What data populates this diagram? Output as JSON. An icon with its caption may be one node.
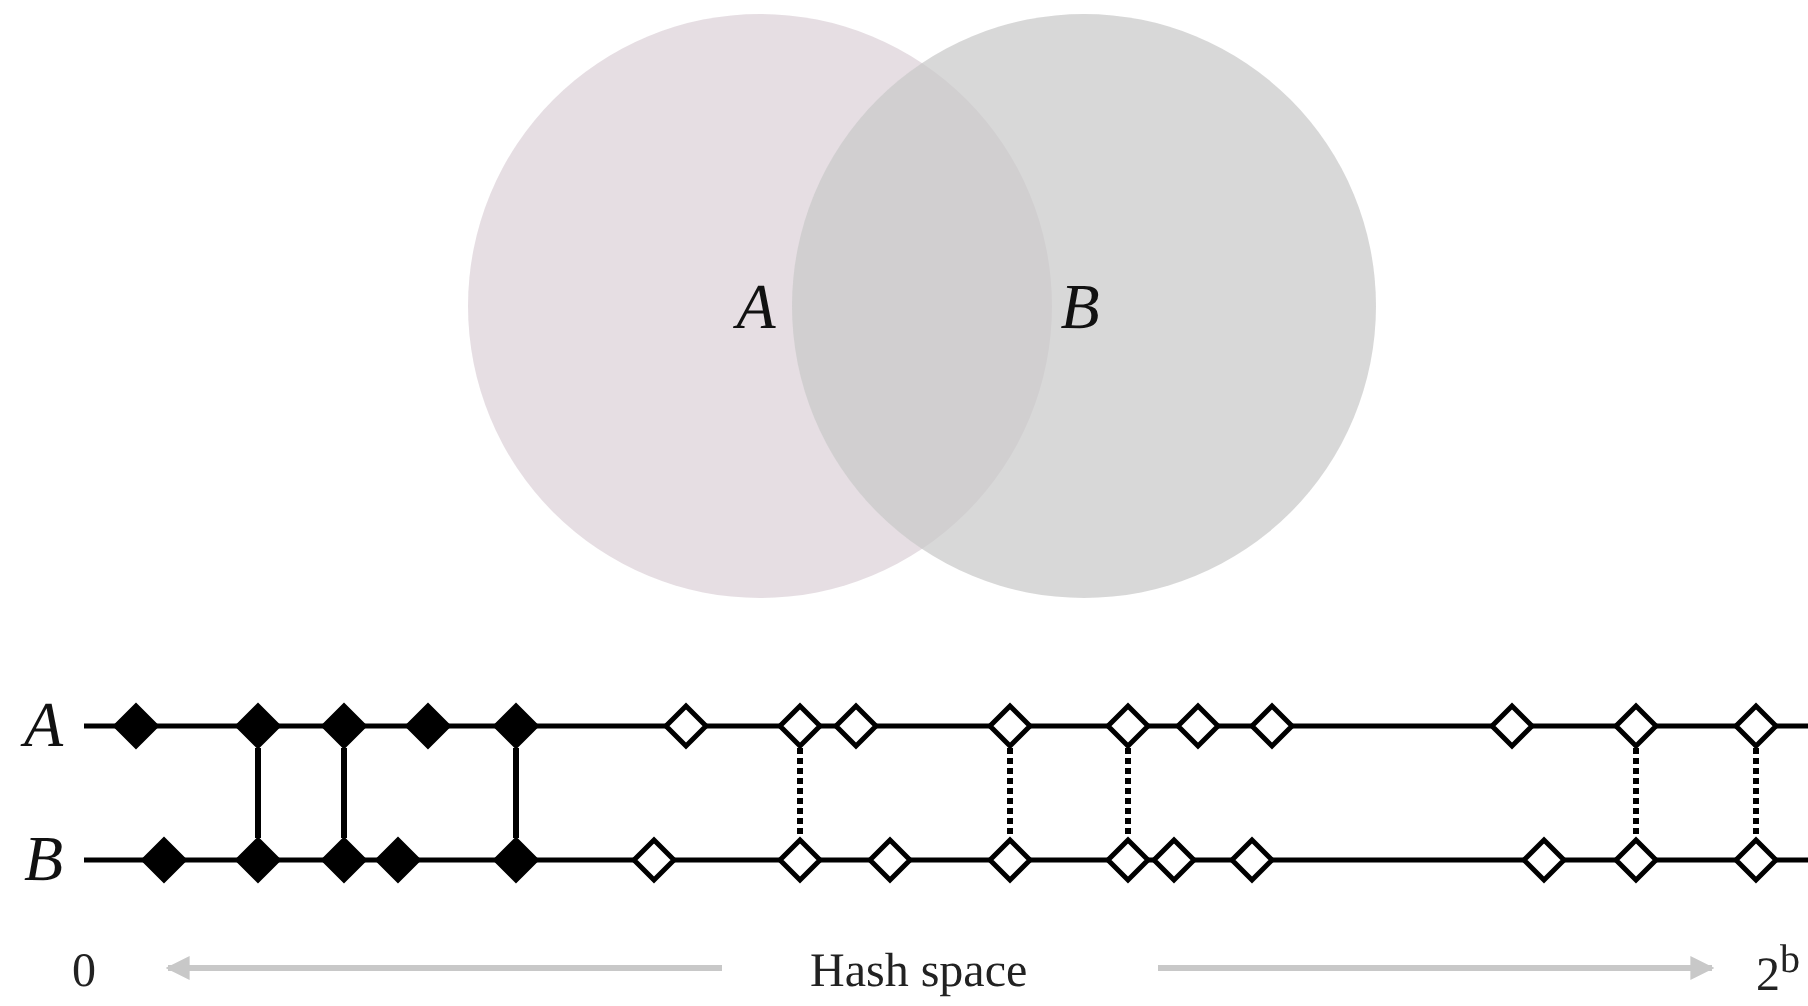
{
  "diagram": {
    "nodes": [
      {
        "text": [
          "A"
        ]
      },
      {
        "text": [
          "B"
        ]
      },
      {
        "text": [
          "A"
        ]
      },
      {
        "text": [],
        "shape": "diamond"
      },
      {
        "text": [],
        "shape": "diamond"
      },
      {
        "text": [],
        "shape": "diamond"
      },
      {
        "text": [],
        "shape": "diamond"
      },
      {
        "text": [],
        "shape": "diamond"
      },
      {
        "text": [],
        "shape": "diamond"
      },
      {
        "text": [],
        "shape": "diamond"
      },
      {
        "text": [],
        "shape": "diamond"
      },
      {
        "text": [],
        "shape": "diamond"
      },
      {
        "text": [],
        "shape": "diamond"
      },
      {
        "text": [],
        "shape": "diamond"
      },
      {
        "text": [],
        "shape": "diamond"
      },
      {
        "text": [],
        "shape": "diamond"
      },
      {
        "text": [],
        "shape": "diamond"
      },
      {
        "text": [],
        "shape": "diamond"
      },
      {
        "text": [
          "B"
        ]
      },
      {
        "text": [],
        "shape": "diamond"
      },
      {
        "text": [],
        "shape": "diamond"
      },
      {
        "text": [],
        "shape": "diamond"
      },
      {
        "text": [],
        "shape": "diamond"
      },
      {
        "text": [],
        "shape": "diamond"
      },
      {
        "text": [],
        "shape": "diamond"
      },
      {
        "text": [],
        "shape": "diamond"
      },
      {
        "text": [],
        "shape": "diamond"
      },
      {
        "text": [],
        "shape": "diamond"
      },
      {
        "text": [],
        "shape": "diamond"
      },
      {
        "text": [],
        "shape": "diamond"
      },
      {
        "text": [],
        "shape": "diamond"
      },
      {
        "text": [],
        "shape": "diamond"
      },
      {
        "text": [],
        "shape": "diamond"
      },
      {
        "text": [],
        "shape": "diamond"
      }
    ],
    "edges": [
      {
        "from": 2,
        "to": null,
        "arrow": "none"
      },
      {
        "from": 18,
        "to": null,
        "arrow": "none"
      },
      {
        "from": 4,
        "to": 20,
        "arrow": "none"
      },
      {
        "from": 5,
        "to": 21,
        "arrow": "none"
      },
      {
        "from": 7,
        "to": 23,
        "arrow": "none"
      },
      {
        "from": 9,
        "to": 25,
        "arrow": "none",
        "style": "dashed"
      },
      {
        "from": 11,
        "to": 27,
        "arrow": "none",
        "style": "dashed"
      },
      {
        "from": 12,
        "to": 28,
        "arrow": "none",
        "style": "dashed"
      },
      {
        "from": 16,
        "to": 32,
        "arrow": "none",
        "style": "dashed"
      },
      {
        "from": 17,
        "to": 33,
        "arrow": "none",
        "style": "dashed"
      }
    ],
    "labels": [
      "0",
      "Hash space",
      "2$^{b}$"
    ]
  }
}
